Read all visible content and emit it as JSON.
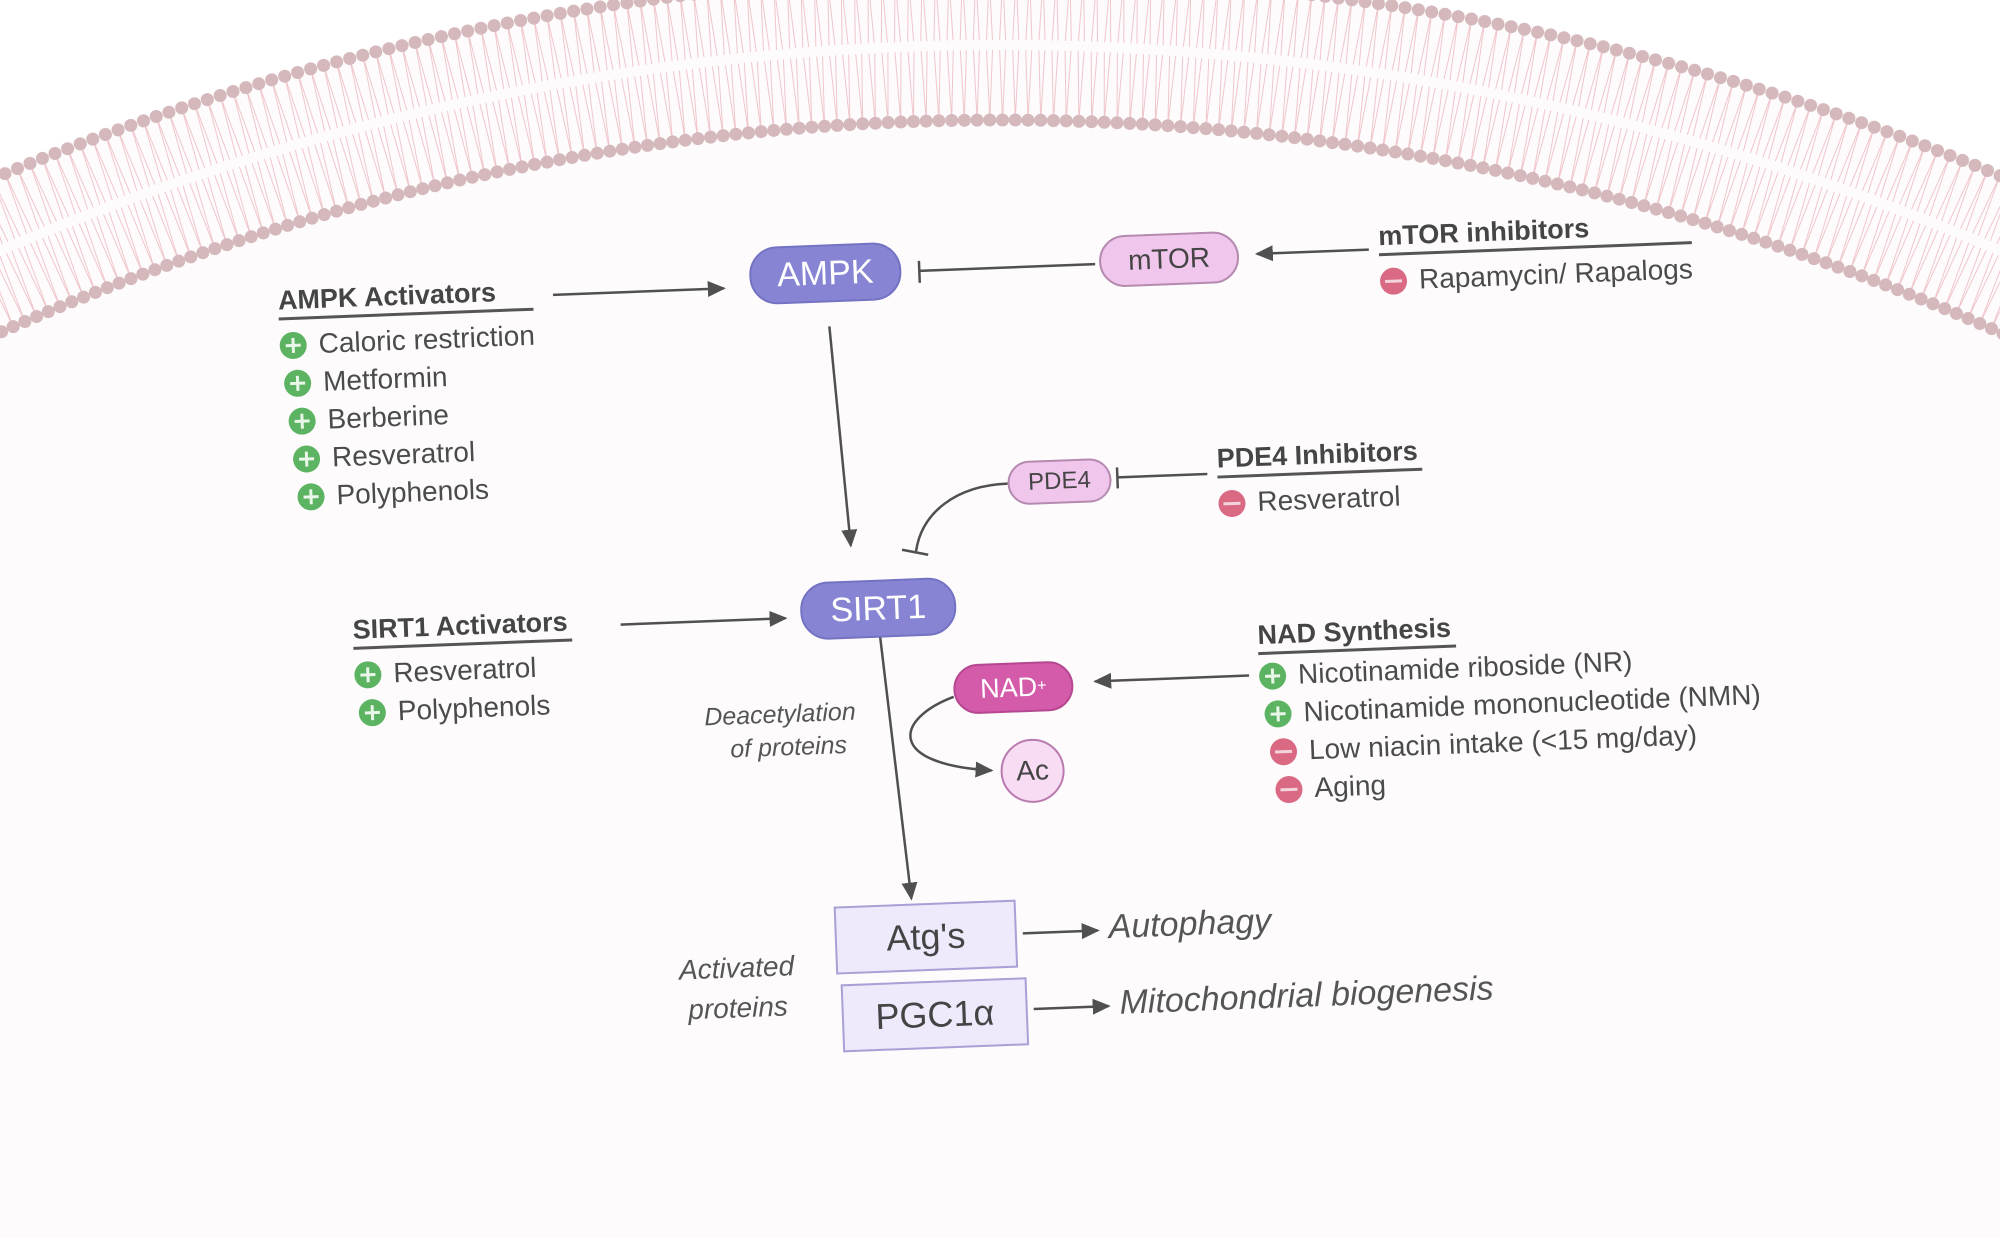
{
  "colors": {
    "background": "#fdfbfb",
    "membrane_head": "#d4b8bc",
    "membrane_tail": "#f0c6cc",
    "node_blue": "#8785d3",
    "node_pink": "#f1c6ec",
    "node_magenta": "#d45aaa",
    "protein_box": "#eeeafc",
    "activator_green": "#5cb362",
    "inhibitor_red": "#da6a84",
    "arrow": "#505050"
  },
  "nodes": {
    "ampk": "AMPK",
    "mtor": "mTOR",
    "sirt1": "SIRT1",
    "pde4": "PDE4",
    "nad": "NAD",
    "nad_sup": "+",
    "ac": "Ac"
  },
  "groups": {
    "ampk_activators": {
      "title": "AMPK Activators",
      "items": [
        {
          "label": "Caloric restriction",
          "effect": "plus"
        },
        {
          "label": "Metformin",
          "effect": "plus"
        },
        {
          "label": "Berberine",
          "effect": "plus"
        },
        {
          "label": "Resveratrol",
          "effect": "plus"
        },
        {
          "label": "Polyphenols",
          "effect": "plus"
        }
      ]
    },
    "mtor_inhibitors": {
      "title": "mTOR inhibitors",
      "items": [
        {
          "label": "Rapamycin/ Rapalogs",
          "effect": "minus"
        }
      ]
    },
    "pde4_inhibitors": {
      "title": "PDE4 Inhibitors",
      "items": [
        {
          "label": "Resveratrol",
          "effect": "minus"
        }
      ]
    },
    "sirt1_activators": {
      "title": "SIRT1 Activators",
      "items": [
        {
          "label": "Resveratrol",
          "effect": "plus"
        },
        {
          "label": "Polyphenols",
          "effect": "plus"
        }
      ]
    },
    "nad_synthesis": {
      "title": "NAD Synthesis",
      "items": [
        {
          "label": "Nicotinamide riboside (NR)",
          "effect": "plus"
        },
        {
          "label": "Nicotinamide mononucleotide (NMN)",
          "effect": "plus"
        },
        {
          "label": "Low niacin intake (<15 mg/day)",
          "effect": "minus"
        },
        {
          "label": "Aging",
          "effect": "minus"
        }
      ]
    }
  },
  "labels": {
    "deacetylation_line1": "Deacetylation",
    "deacetylation_line2": "of proteins",
    "activated_line1": "Activated",
    "activated_line2": "proteins"
  },
  "proteins": {
    "atg": "Atg's",
    "pgc1a": "PGC1α"
  },
  "outcomes": {
    "autophagy": "Autophagy",
    "mito": "Mitochondrial biogenesis"
  }
}
